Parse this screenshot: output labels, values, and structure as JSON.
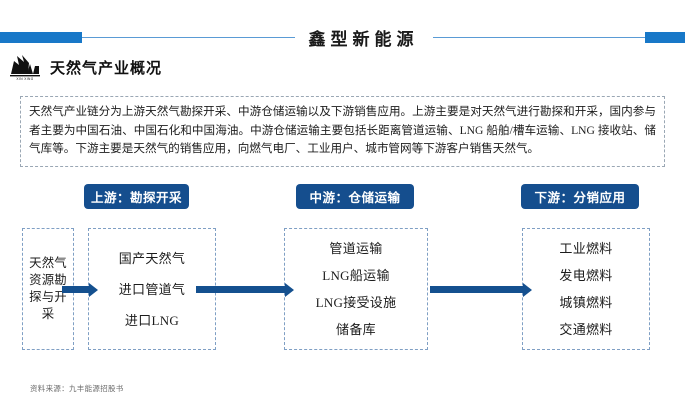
{
  "header": {
    "doc_title": "鑫型新能源",
    "accent_color": "#1878c8",
    "rule_color": "#5a9bd5"
  },
  "section": {
    "logo_name": "xin-xing-logo",
    "logo_sub_text": "XIN  XING",
    "title": "天然气产业概况"
  },
  "intro": {
    "text": "天然气产业链分为上游天然气勘探开采、中游仓储运输以及下游销售应用。上游主要是对天然气进行勘探和开采，国内参与者主要为中国石油、中国石化和中国海油。中游仓储运输主要包括长距离管道运输、LNG 船舶/槽车运输、LNG 接收站、储气库等。下游主要是天然气的销售应用，向燃气电厂、工业用户、城市管网等下游客户销售天然气。"
  },
  "stages": {
    "upstream_label": "上游：勘探开采",
    "midstream_label": "中游：仓储运输",
    "downstream_label": "下游：分销应用",
    "pill_color": "#154e8e"
  },
  "boxes": {
    "source": {
      "name": "natural-gas-resource-box",
      "lines": [
        "天然气",
        "资源勘",
        "探与开",
        "采"
      ]
    },
    "upstream": {
      "name": "upstream-items-box",
      "items": [
        "国产天然气",
        "进口管道气",
        "进口LNG"
      ]
    },
    "midstream": {
      "name": "midstream-items-box",
      "items": [
        "管道运输",
        "LNG船运输",
        "LNG接受设施",
        "储备库"
      ]
    },
    "downstream": {
      "name": "downstream-items-box",
      "items": [
        "工业燃料",
        "发电燃料",
        "城镇燃料",
        "交通燃料"
      ]
    },
    "border_color": "#7f9fc4"
  },
  "arrows": {
    "color": "#14508f",
    "count": 3
  },
  "footer": {
    "source_note": "资料来源：九丰能源招股书"
  }
}
